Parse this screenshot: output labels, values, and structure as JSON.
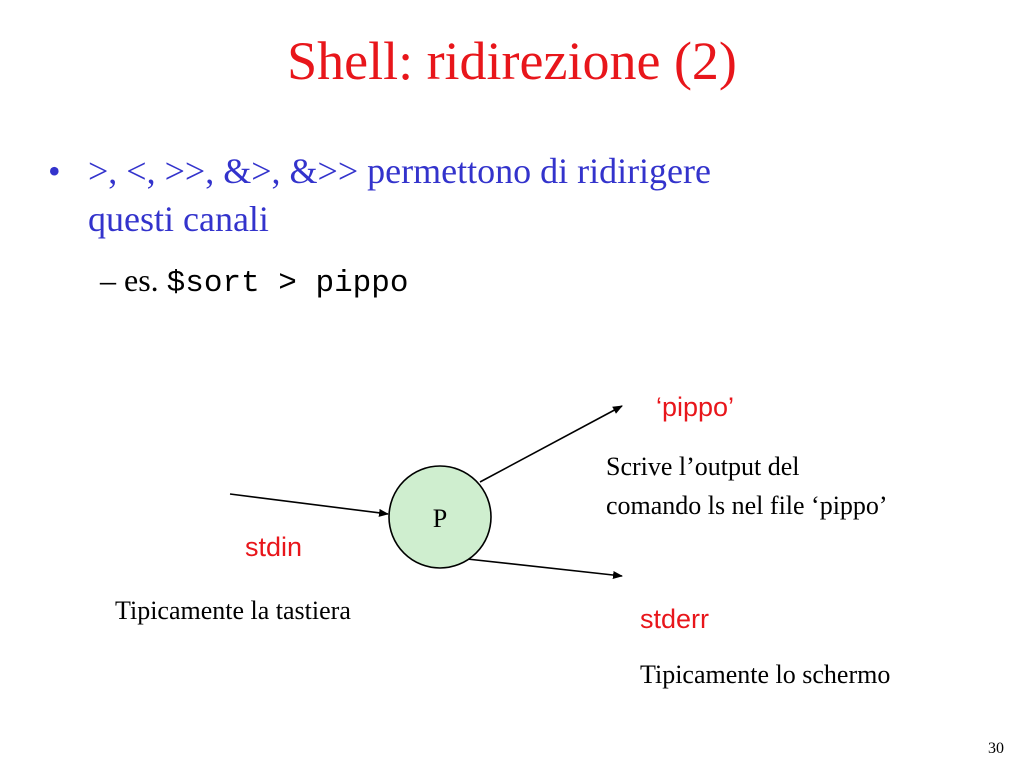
{
  "slide": {
    "title": "Shell: ridirezione (2)",
    "page_number": "30"
  },
  "bullet": {
    "symbol": "•",
    "line1": ">, <, >>, &>, &>> permettono di ridirigere",
    "line2": "questi canali",
    "sub_dash": "–",
    "sub_prefix": "es.",
    "sub_code": "$sort > pippo"
  },
  "diagram": {
    "process_label": "P",
    "output_label": "‘pippo’",
    "output_desc_line1": "Scrive l’output del",
    "output_desc_line2": "comando ls nel file ‘pippo’",
    "input_label": "stdin",
    "input_desc": "Tipicamente la tastiera",
    "error_label": "stderr",
    "error_desc": "Tipicamente lo schermo",
    "colors": {
      "title": "#e8161b",
      "bullet": "#3333cc",
      "label": "#e8161b",
      "process_fill": "#cfeecf"
    }
  }
}
